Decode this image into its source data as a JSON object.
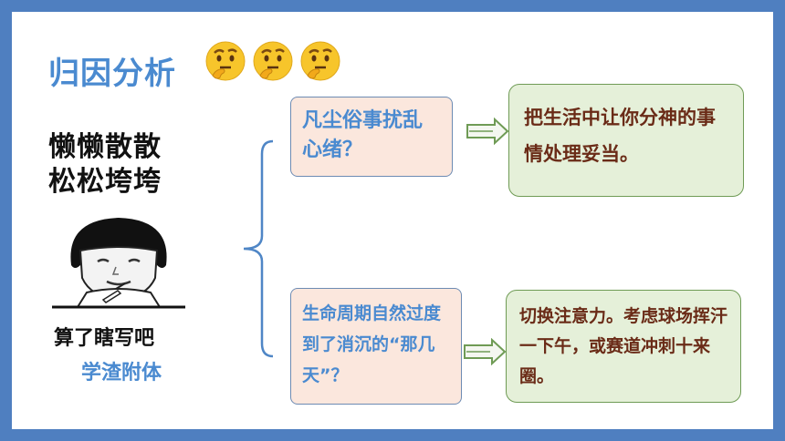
{
  "title": "归因分析",
  "left": {
    "line1": "懒懒散散",
    "line2": "松松垮垮",
    "caption1": "算了瞎写吧",
    "caption2": "学渣附体"
  },
  "questions": [
    {
      "text": "凡尘俗事扰乱心绪？"
    },
    {
      "text": "生命周期自然过度到了消沉的“那几天”？"
    }
  ],
  "answers": [
    {
      "text": "把生活中让你分神的事情处理妥当。"
    },
    {
      "text": "切换注意力。考虑球场挥汗一下午，或赛道冲刺十来圈。"
    }
  ],
  "colors": {
    "frame": "#4f7fc0",
    "title": "#4a8ad0",
    "question_fill": "#fbe7dd",
    "answer_fill": "#e5f0d9",
    "answer_text": "#6a2b17",
    "arrow": "#6f9b55"
  },
  "icons": [
    "thinking-face-emoji",
    "thinking-face-emoji",
    "thinking-face-emoji",
    "meme-face-writing",
    "double-arrow-icon"
  ]
}
